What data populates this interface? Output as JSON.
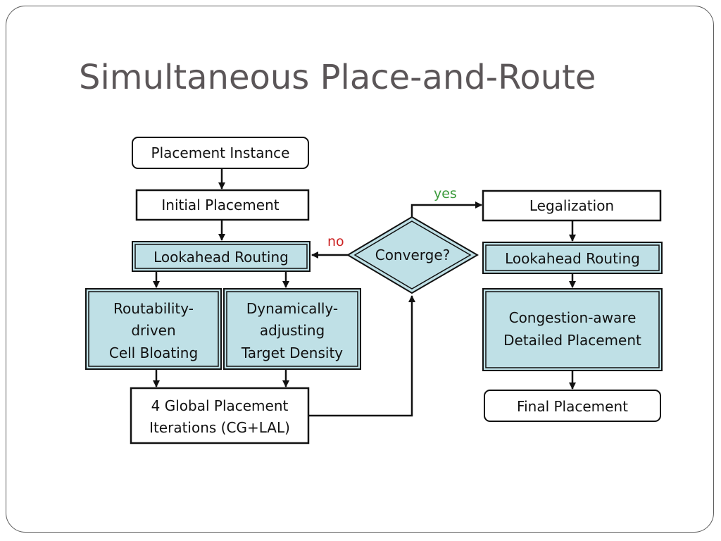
{
  "slide": {
    "title": "Simultaneous Place-and-Route"
  },
  "flowchart": {
    "nodes": {
      "placement_instance": "Placement Instance",
      "initial_placement": "Initial Placement",
      "lookahead_routing_left": "Lookahead Routing",
      "routability_line1": "Routability-",
      "routability_line2": "driven",
      "routability_line3": "Cell Bloating",
      "dynamic_line1": "Dynamically-",
      "dynamic_line2": "adjusting",
      "dynamic_line3": "Target Density",
      "global_line1": "4 Global Placement",
      "global_line2": "Iterations (CG+LAL)",
      "converge": "Converge?",
      "legalization": "Legalization",
      "lookahead_routing_right": "Lookahead Routing",
      "congestion_line1": "Congestion-aware",
      "congestion_line2": "Detailed Placement",
      "final_placement": "Final Placement"
    },
    "edge_labels": {
      "yes": "yes",
      "no": "no"
    },
    "colors": {
      "highlight_fill": "#bfe0e6",
      "yes": "#3a9a3a",
      "no": "#cc2222"
    }
  }
}
